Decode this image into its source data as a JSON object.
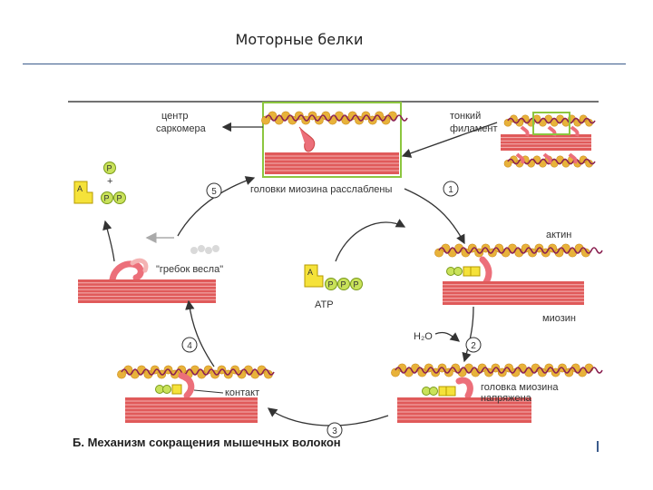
{
  "slide": {
    "title": "Моторные белки"
  },
  "labels": {
    "center": [
      "центр",
      "саркомера"
    ],
    "thin_filament": [
      "тонкий",
      "филамент"
    ],
    "relaxed": "головки миозина расслаблены",
    "actin": "актин",
    "myosin": "миозин",
    "atp": "ATP",
    "water": "H₂O",
    "tensed": [
      "головка миозина",
      "напряжена"
    ],
    "contact": "контакт",
    "stroke": "\"гребок весла\"",
    "caption": "Б. Механизм сокращения мышечных волокон"
  },
  "glyphs": {
    "adenosine": "A",
    "phosphate": "P",
    "plus": "+"
  },
  "steps": [
    "1",
    "2",
    "3",
    "4",
    "5"
  ],
  "colors": {
    "actin_bead": "#e8b23a",
    "actin_bead_edge": "#c98a1c",
    "tropomyosin": "#8b2252",
    "myosin_band": "#e05a5a",
    "myosin_light": "#f4b3b3",
    "myosin_head": "#ec6f7a",
    "adp_yellow": "#f5e23a",
    "phosphate_green": "#c9e25a",
    "frame_green": "#8cc63f",
    "arrow": "#333333"
  }
}
